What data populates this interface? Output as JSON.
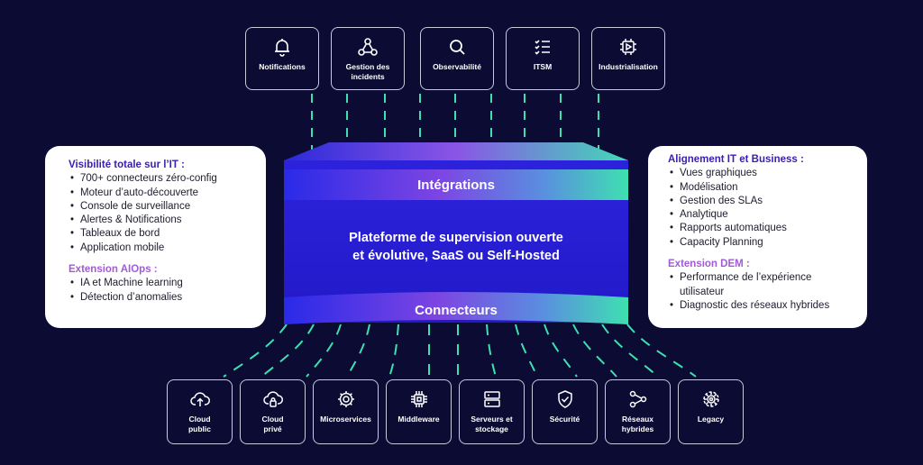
{
  "top_tiles": [
    {
      "label": "Notifications",
      "icon": "bell-icon"
    },
    {
      "label": "Gestion des\nincidents",
      "icon": "network-icon"
    },
    {
      "label": "Observabilité",
      "icon": "search-icon"
    },
    {
      "label": "ITSM",
      "icon": "checklist-icon"
    },
    {
      "label": "Industrialisation",
      "icon": "automation-icon"
    }
  ],
  "bottom_tiles": [
    {
      "label": "Cloud\npublic",
      "icon": "cloud-upload-icon"
    },
    {
      "label": "Cloud\nprivé",
      "icon": "cloud-lock-icon"
    },
    {
      "label": "Microservices",
      "icon": "gear-icon"
    },
    {
      "label": "Middleware",
      "icon": "chip-icon"
    },
    {
      "label": "Serveurs et\nstockage",
      "icon": "server-icon"
    },
    {
      "label": "Sécurité",
      "icon": "shield-check-icon"
    },
    {
      "label": "Réseaux\nhybrides",
      "icon": "network-nodes-icon"
    },
    {
      "label": "Legacy",
      "icon": "gears-icon"
    }
  ],
  "platform": {
    "integrations": "Intégrations",
    "main_line1": "Plateforme de supervision ouverte",
    "main_line2": "et évolutive, SaaS ou Self-Hosted",
    "connectors": "Connecteurs"
  },
  "left_card": {
    "title": "Visibilité totale sur l’IT :",
    "items": [
      "700+ connecteurs zéro-config",
      "Moteur d’auto-découverte",
      "Console de surveillance",
      "Alertes & Notifications",
      "Tableaux de bord",
      "Application mobile"
    ],
    "ext_title": "Extension AIOps :",
    "ext_items": [
      "IA et Machine learning",
      "Détection d’anomalies"
    ]
  },
  "right_card": {
    "title": "Alignement IT et Business :",
    "items": [
      "Vues graphiques",
      "Modélisation",
      "Gestion des SLAs",
      "Analytique",
      "Rapports automatiques",
      "Capacity Planning"
    ],
    "ext_title": "Extension DEM :",
    "ext_items": [
      "Performance de l’expérience utilisateur",
      "Diagnostic des réseaux hybrides"
    ]
  },
  "colors": {
    "background": "#0b0b33",
    "platform_blue": "#2620d8",
    "band_purple": "#8f4ae0",
    "band_teal": "#3ee0b0",
    "title_purple": "#3b1eb0",
    "extension_purple": "#a25bd6"
  }
}
